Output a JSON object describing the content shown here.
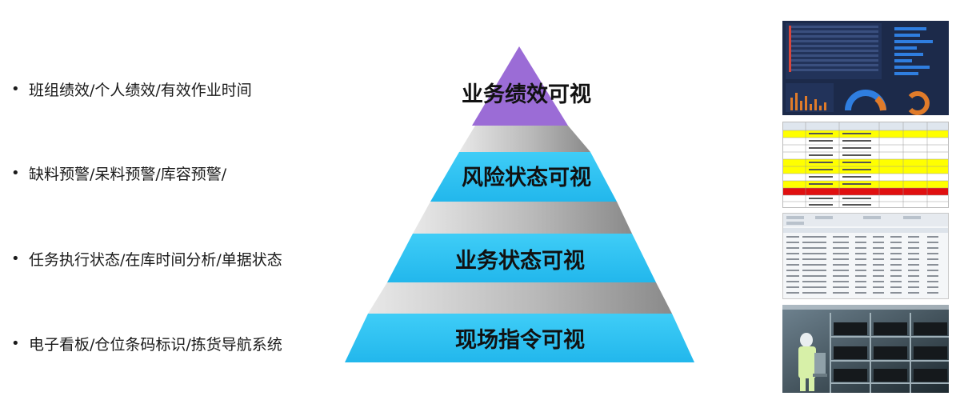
{
  "bullets": [
    "班组绩效/个人绩效/有效作业时间",
    "缺料预警/呆料预警/库容预警/",
    "任务执行状态/在库时间分析/单据状态",
    "电子看板/仓位条码标识/拣货导航系统"
  ],
  "bullet_marker": "•",
  "pyramid": {
    "levels": [
      "业务绩效可视",
      "风险状态可视",
      "业务状态可视",
      "现场指令可视"
    ],
    "colors": {
      "top": "#9b6cd6",
      "tiers": "#2ec4f3",
      "connector": "#a8a8a8"
    }
  },
  "thumbnails": [
    {
      "name": "dashboard-screenshot",
      "bg": "#1c2a4a"
    },
    {
      "name": "inventory-table-screenshot",
      "bg": "#ffffff"
    },
    {
      "name": "data-grid-screenshot",
      "bg": "#f4f6f8"
    },
    {
      "name": "warehouse-photo",
      "bg": "#3b4a52"
    }
  ]
}
